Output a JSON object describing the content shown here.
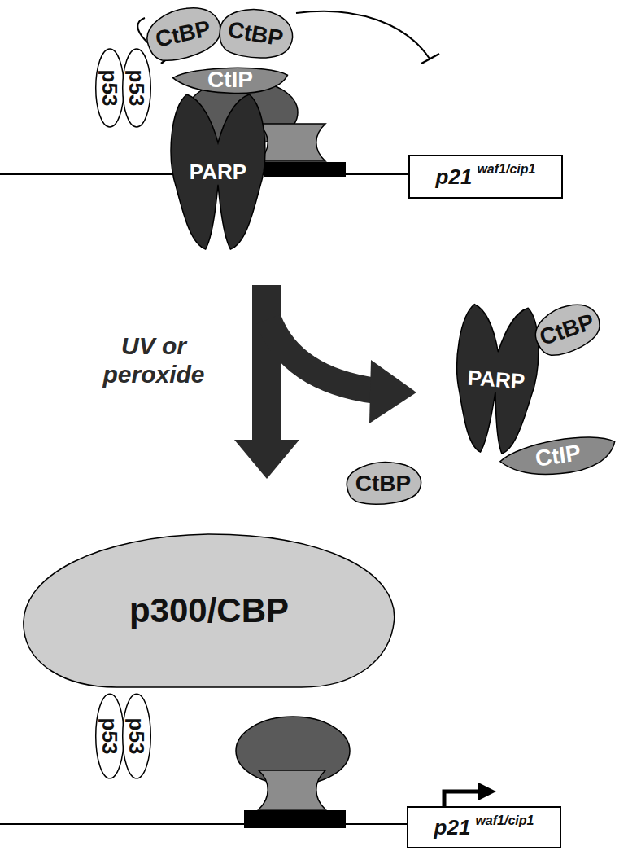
{
  "diagram": {
    "nodes": [
      {
        "text": [
          "p53"
        ]
      },
      {
        "text": [
          "p53"
        ]
      },
      {
        "text": [
          "CtBP"
        ]
      },
      {
        "text": [
          "CtBP"
        ]
      },
      {
        "text": [
          "CtIP"
        ]
      },
      {
        "text": [
          "PARP"
        ]
      },
      {
        "text": [
          "p21",
          "waf1/cip1"
        ]
      },
      {
        "text": [
          "PARP"
        ]
      },
      {
        "text": [
          "CtBP"
        ]
      },
      {
        "text": [
          "CtIP"
        ]
      },
      {
        "text": [
          "CtBP"
        ]
      },
      {
        "text": [
          "p300/CBP"
        ]
      },
      {
        "text": [
          "p53"
        ]
      },
      {
        "text": [
          "p53"
        ]
      },
      {
        "text": [
          "p21",
          "waf1/cip1"
        ]
      }
    ],
    "labels": [
      "UV or peroxide"
    ]
  }
}
